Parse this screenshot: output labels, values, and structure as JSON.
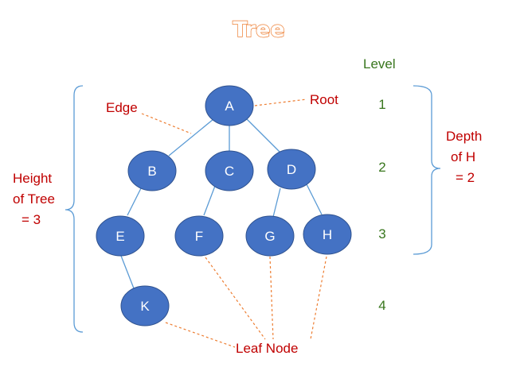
{
  "title": "Tree",
  "level_header": "Level",
  "levels": [
    "1",
    "2",
    "3",
    "4"
  ],
  "labels": {
    "edge": "Edge",
    "root": "Root",
    "leaf_node": "Leaf Node",
    "height_line1": "Height",
    "height_line2": "of Tree",
    "height_line3": "= 3",
    "depth_line1": "Depth",
    "depth_line2": "of H",
    "depth_line3": "= 2"
  },
  "nodes": [
    "A",
    "B",
    "C",
    "D",
    "E",
    "F",
    "G",
    "H",
    "K"
  ],
  "edges": [
    [
      "A",
      "B"
    ],
    [
      "A",
      "C"
    ],
    [
      "A",
      "D"
    ],
    [
      "B",
      "E"
    ],
    [
      "C",
      "F"
    ],
    [
      "D",
      "G"
    ],
    [
      "D",
      "H"
    ],
    [
      "E",
      "K"
    ]
  ],
  "colors": {
    "node_fill": "#4472C4",
    "edge": "#5B9BD5",
    "annotation_red": "#C00000",
    "level_green": "#38761D",
    "title_orange": "#ED7D31"
  }
}
